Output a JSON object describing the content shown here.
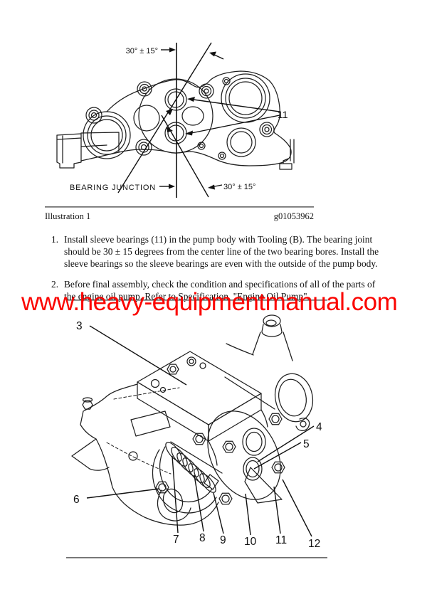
{
  "watermark": {
    "text": "www.heavy-equipmentmanual.com",
    "color": "#fb0400"
  },
  "illustration1": {
    "caption_label": "Illustration 1",
    "caption_id": "g01053962",
    "angle_label_top": "30° ± 15°",
    "angle_label_bottom": "30° ± 15°",
    "bearing_junction_label": "BEARING JUNCTION",
    "callout": "11"
  },
  "steps": [
    {
      "number": "1.",
      "text": "Install sleeve bearings (11) in the pump body with Tooling (B). The bearing joint should be 30 ± 15 degrees from the center line of the two bearing bores. Install the sleeve bearings so the sleeve bearings are even with the outside of the pump body."
    },
    {
      "number": "2.",
      "text": "Before final assembly, check the condition and specifications of all of the parts of the engine oil pump. Refer to Specification, \"Engine Oil Pump\"."
    }
  ],
  "illustration2": {
    "callouts": [
      "3",
      "4",
      "5",
      "6",
      "7",
      "8",
      "9",
      "10",
      "11",
      "12"
    ]
  }
}
